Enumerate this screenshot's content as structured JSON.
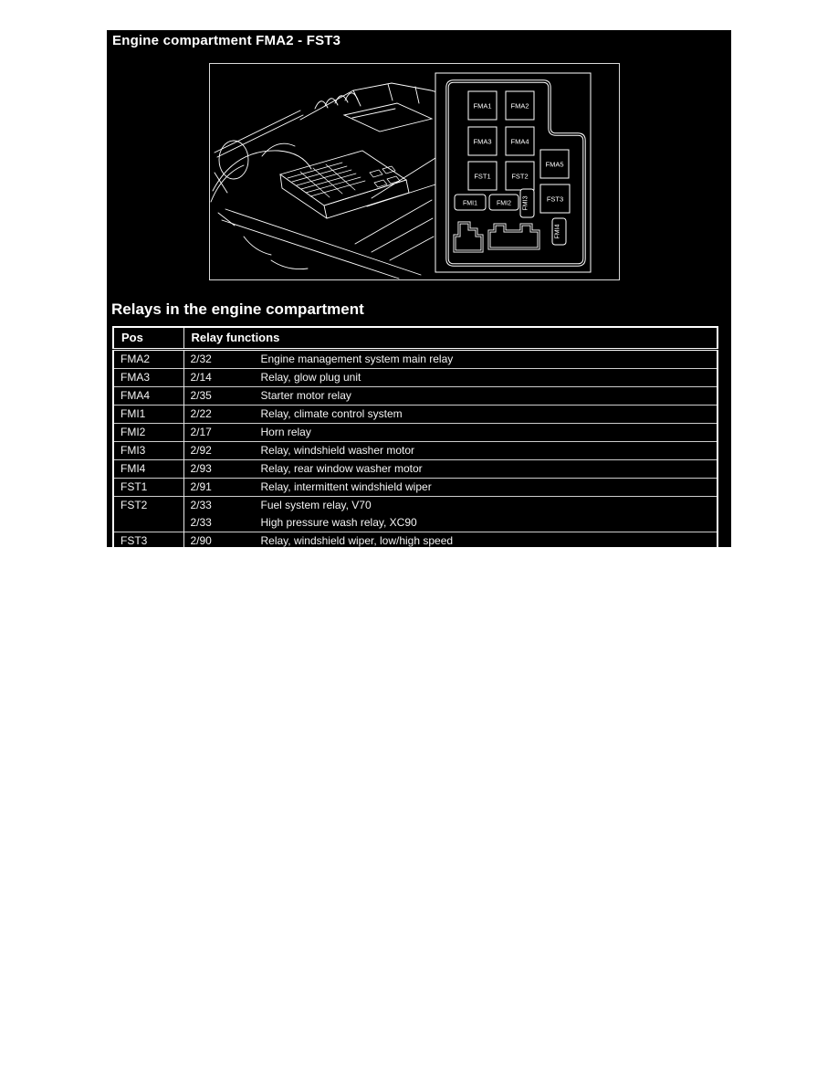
{
  "page": {
    "title": "Engine compartment FMA2 - FST3",
    "section_title": "Relays in the engine compartment"
  },
  "colors": {
    "page_background": "#ffffff",
    "panel_background": "#000000",
    "line": "#ffffff",
    "text": "#ffffff"
  },
  "fusebox": {
    "slots": [
      "FMA1",
      "FMA2",
      "FMA3",
      "FMA4",
      "FST1",
      "FST2",
      "FMA5",
      "FST3",
      "FMI1",
      "FMI2",
      "FMI3",
      "FMI4"
    ]
  },
  "relay_table": {
    "headers": {
      "pos": "Pos",
      "functions": "Relay functions"
    },
    "rows": [
      {
        "pos": "FMA2",
        "lines": [
          {
            "num": "2/32",
            "desc": "Engine management system main relay"
          }
        ]
      },
      {
        "pos": "FMA3",
        "lines": [
          {
            "num": "2/14",
            "desc": "Relay, glow plug unit"
          }
        ]
      },
      {
        "pos": "FMA4",
        "lines": [
          {
            "num": "2/35",
            "desc": "Starter motor relay"
          }
        ]
      },
      {
        "pos": "FMI1",
        "lines": [
          {
            "num": "2/22",
            "desc": "Relay, climate control system"
          }
        ]
      },
      {
        "pos": "FMI2",
        "lines": [
          {
            "num": "2/17",
            "desc": "Horn relay"
          }
        ]
      },
      {
        "pos": "FMI3",
        "lines": [
          {
            "num": "2/92",
            "desc": "Relay, windshield washer motor"
          }
        ]
      },
      {
        "pos": "FMI4",
        "lines": [
          {
            "num": "2/93",
            "desc": "Relay, rear window washer motor"
          }
        ]
      },
      {
        "pos": "FST1",
        "lines": [
          {
            "num": "2/91",
            "desc": "Relay, intermittent windshield wiper"
          }
        ]
      },
      {
        "pos": "FST2",
        "lines": [
          {
            "num": "2/33",
            "desc": "Fuel system relay, V70"
          },
          {
            "num": "2/33",
            "desc": "High pressure wash relay, XC90"
          }
        ]
      },
      {
        "pos": "FST3",
        "lines": [
          {
            "num": "2/90",
            "desc": "Relay, windshield wiper, low/high speed"
          }
        ]
      }
    ]
  }
}
